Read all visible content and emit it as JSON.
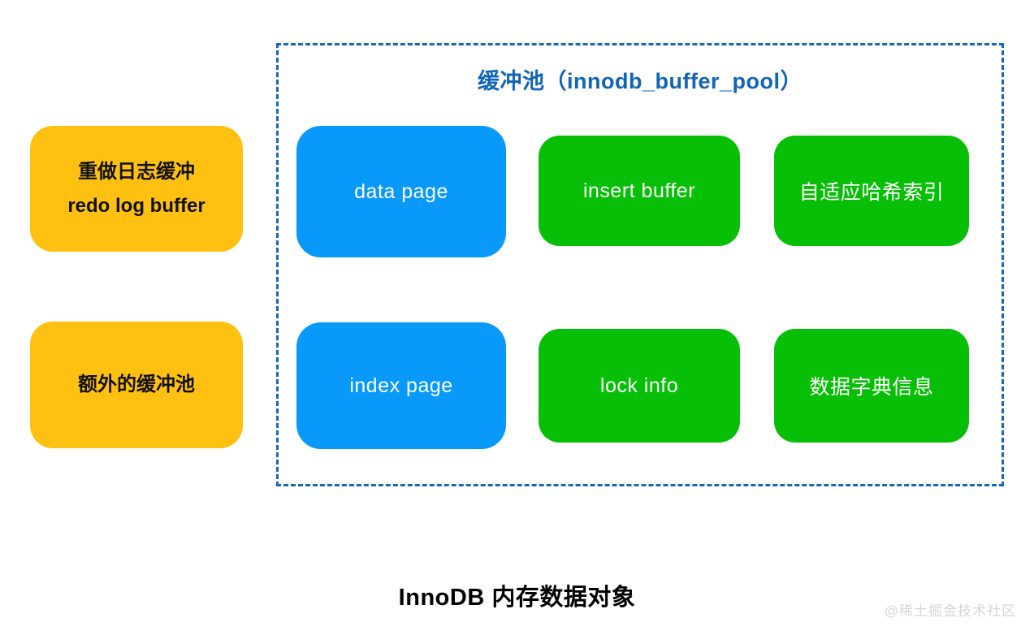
{
  "colors": {
    "yellow": "#FEC111",
    "blue": "#0899FA",
    "green": "#07BF06",
    "border_blue": "#1668BE",
    "title_blue": "#1065B6",
    "watermark_gray": "#D6D6D6",
    "text_dark": "#111111"
  },
  "buffer_pool": {
    "title": "缓冲池（innodb_buffer_pool）",
    "boxes": [
      {
        "label": "data page",
        "color": "blue"
      },
      {
        "label": "insert buffer",
        "color": "green"
      },
      {
        "label": "自适应哈希索引",
        "color": "green"
      },
      {
        "label": "index page",
        "color": "blue"
      },
      {
        "label": "lock info",
        "color": "green"
      },
      {
        "label": "数据字典信息",
        "color": "green"
      }
    ]
  },
  "side_boxes": [
    {
      "line1": "重做日志缓冲",
      "line2": "redo log buffer"
    },
    {
      "line1": "额外的缓冲池"
    }
  ],
  "caption": "InnoDB 内存数据对象",
  "watermark": "@稀土掘金技术社区"
}
